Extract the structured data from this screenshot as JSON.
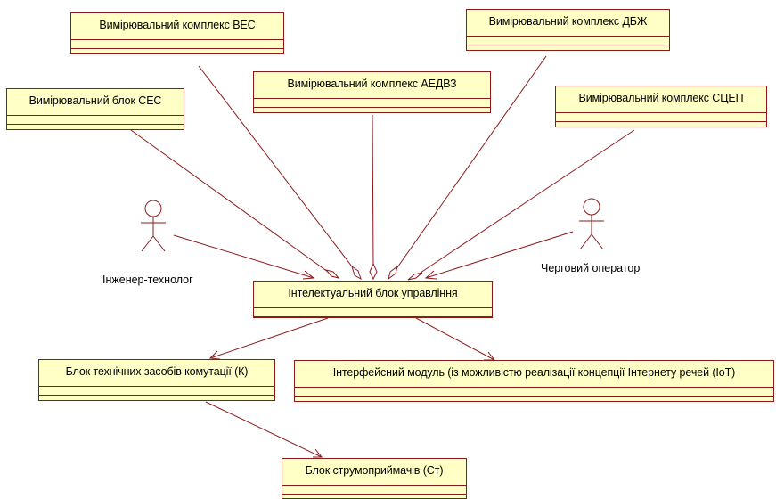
{
  "classes": {
    "ves": "Вимірювальний комплекс ВЕС",
    "dbzh": "Вимірювальний комплекс ДБЖ",
    "aedvz": "Вимірювальний комплекс  АЕДВЗ",
    "ses": "Вимірювальний блок СЕС",
    "scep": "Вимірювальний комплекс СЦЕП",
    "control": "Інтелектуальний блок управління",
    "switching": "Блок технічних засобів комутації (К)",
    "interface": "Інтерфейсний модуль (із можливістю реалізації концепції Інтернету речей (IoT)",
    "receivers": "Блок струмоприймачів (Ст)"
  },
  "actors": {
    "engineer": "Інженер-технолог",
    "operator": "Черговий оператор"
  },
  "colors": {
    "line": "#8b1a1a",
    "class_fill": "#ffffc6"
  }
}
